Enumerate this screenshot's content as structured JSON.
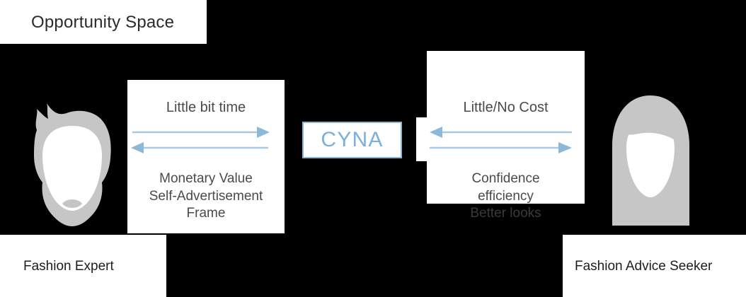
{
  "header": {
    "title": "Opportunity Space"
  },
  "center": {
    "brand_label": "CYNA",
    "brand_border_color": "#8ab6d6",
    "brand_text_color": "#7bb0dc"
  },
  "left": {
    "actor_label": "Fashion Expert",
    "avatar_name": "male-avatar-with-beard",
    "gives_label": "Little bit time",
    "receives_label": "Monetary Value\nSelf-Advertisement\nFrame",
    "arrow_top_direction": "right",
    "arrow_bottom_direction": "left"
  },
  "right": {
    "actor_label": "Fashion Advice Seeker",
    "avatar_name": "female-avatar-long-hair",
    "gives_label": "Little/No Cost",
    "receives_label": "Confidence\nefficiency",
    "extra_label": "Better looks",
    "arrow_top_direction": "left",
    "arrow_bottom_direction": "right"
  },
  "colors": {
    "background": "#000000",
    "plate": "#ffffff",
    "arrow": "#a9c9e0",
    "text": "#4a4a4a",
    "avatar": "#c6c6c6"
  }
}
